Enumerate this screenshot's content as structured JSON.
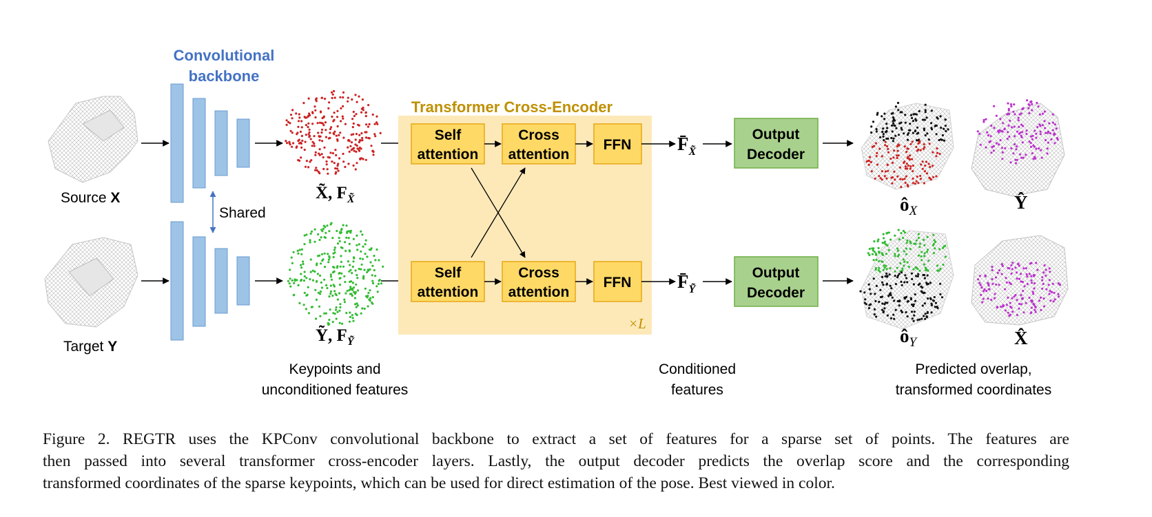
{
  "backbone": {
    "title_line1": "Convolutional",
    "title_line2": "backbone",
    "shared_label": "Shared"
  },
  "inputs": {
    "source_word": "Source",
    "source_symbol": "X",
    "target_word": "Target",
    "target_symbol": "Y"
  },
  "keypoints": {
    "top_label": "X̃, F",
    "top_sub": "X̃",
    "bottom_label": "Ỹ, F",
    "bottom_sub": "Ỹ",
    "caption_line1": "Keypoints and",
    "caption_line2": "unconditioned features"
  },
  "encoder": {
    "title": "Transformer Cross-Encoder",
    "self_line1": "Self",
    "self_line2": "attention",
    "cross_line1": "Cross",
    "cross_line2": "attention",
    "ffn": "FFN",
    "repeat": "×L"
  },
  "conditioned": {
    "top_symbol": "F̄",
    "top_sub": "X̃",
    "bottom_symbol": "F̄",
    "bottom_sub": "Ỹ",
    "caption_line1": "Conditioned",
    "caption_line2": "features"
  },
  "decoder": {
    "line1": "Output",
    "line2": "Decoder"
  },
  "outputs": {
    "o_top": "ô",
    "o_top_sub": "X",
    "y_hat": "Ŷ",
    "o_bottom": "ô",
    "o_bottom_sub": "Y",
    "x_hat": "X̂",
    "caption_line1": "Predicted overlap,",
    "caption_line2": "transformed coordinates"
  },
  "colors": {
    "backbone_fill": "#9dc3e6",
    "backbone_text": "#4472c4",
    "encoder_bg": "#fde9b8",
    "encoder_title": "#bf9000",
    "block_fill": "#ffd966",
    "decoder_fill": "#a9d18e",
    "keypoint_red": "#cc2222",
    "keypoint_green": "#33bb33",
    "keypoint_magenta": "#bb33cc"
  },
  "caption": {
    "line1": "Figure 2.  REGTR uses the KPConv convolutional backbone to extract a set of features for a sparse set of points.  The features are",
    "line2": "then passed into several transformer cross-encoder layers.  Lastly, the output decoder predicts the overlap score and the corresponding",
    "line3": "transformed coordinates of the sparse keypoints, which can be used for direct estimation of the pose. Best viewed in color."
  }
}
